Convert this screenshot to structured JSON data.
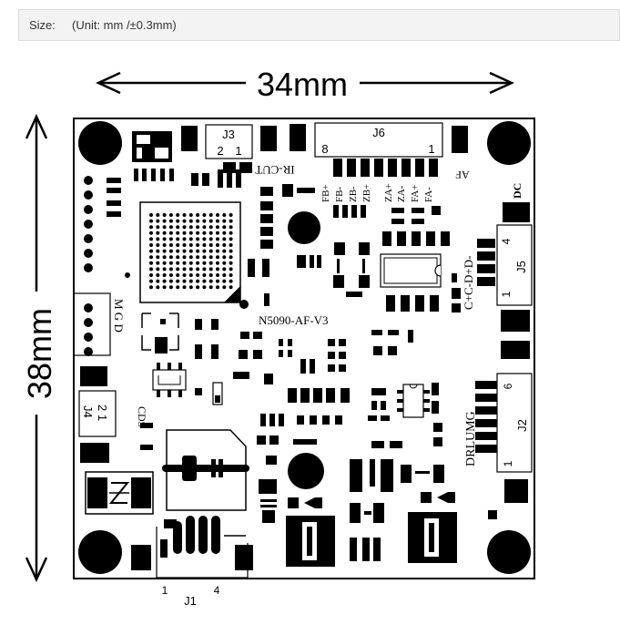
{
  "header": {
    "size_label": "Size:",
    "unit_text": "(Unit:  mm /±0.3mm)"
  },
  "dimensions": {
    "width": "34mm",
    "height": "38mm"
  },
  "board": {
    "name": "N5090-AF-V3",
    "ir_cut": "IR-CUT",
    "af": "AF",
    "dc": "DC",
    "cds": "CDS",
    "j3": {
      "name": "J3",
      "pin_a": "2",
      "pin_b": "1"
    },
    "j6": {
      "name": "J6",
      "pin_a": "8",
      "pin_b": "1"
    },
    "j6_pins": [
      "FB+",
      "FB-",
      "ZB-",
      "ZB+",
      "ZA+",
      "ZA-",
      "FA+",
      "FA-"
    ],
    "j5": {
      "name": "J5",
      "pin_a": "4",
      "pin_b": "1",
      "signals": "C+C-D+D-"
    },
    "j4": {
      "name": "J4",
      "pins": "2 1"
    },
    "j2": {
      "name": "J2",
      "pin_a": "6",
      "pin_b": "1",
      "signals": "DRLUMG"
    },
    "j1": {
      "name": "J1",
      "pin_a": "1",
      "pin_b": "4"
    },
    "mgd": "M G D"
  },
  "colors": {
    "ink": "#000000",
    "header_bg": "#f3f3f3"
  }
}
